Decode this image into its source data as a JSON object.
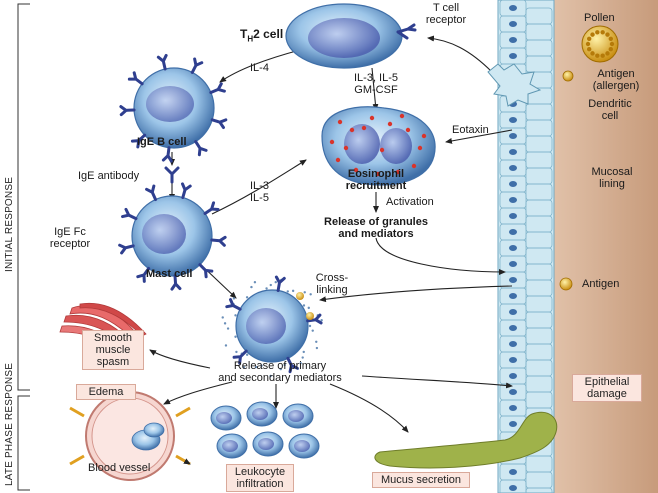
{
  "phases": {
    "initial": "INITIAL RESPONSE",
    "late": "LATE PHASE RESPONSE"
  },
  "labels": {
    "th2_cell": "T",
    "th2_sub": "H",
    "th2_rest": "2 cell",
    "t_cell_receptor": "T cell\nreceptor",
    "pollen": "Pollen",
    "antigen_allergen": "Antigen\n(allergen)",
    "dendritic_cell": "Dendritic\ncell",
    "il4": "IL-4",
    "il3_il5_gmcsf": "IL-3, IL-5\nGM-CSF",
    "ige_b_cell": "IgE B cell",
    "eotaxin": "Eotaxin",
    "eosinophil_recruitment": "Eosinophil\nrecruitment",
    "mucosal_lining": "Mucosal\nlining",
    "ige_antibody": "IgE antibody",
    "il3_il5": "IL-3\nIL-5",
    "activation": "Activation",
    "release_granules": "Release of granules\nand mediators",
    "ige_fc_receptor": "IgE Fc\nreceptor",
    "mast_cell": "Mast cell",
    "antigen": "Antigen",
    "cross_linking": "Cross-\nlinking",
    "release_mediators": "Release of primary\nand secondary mediators",
    "blood_vessel": "Blood vessel"
  },
  "boxes": {
    "smooth_muscle": "Smooth\nmuscle\nspasm",
    "edema": "Edema",
    "epithelial_damage": "Epithelial\ndamage",
    "leukocyte_infiltration": "Leukocyte\ninfiltration",
    "mucus_secretion": "Mucus secretion"
  },
  "colors": {
    "cell_blue": "#7fb0dc",
    "cell_dark": "#3f6fa8",
    "receptor": "#2f3f8f",
    "tissue": "#d9b59a",
    "epithelium": "#cfe8f2",
    "mucus": "#9fb24a",
    "pollen": "#e8b93a",
    "box_fill": "#fbe6df",
    "granule": "#d9342b"
  }
}
